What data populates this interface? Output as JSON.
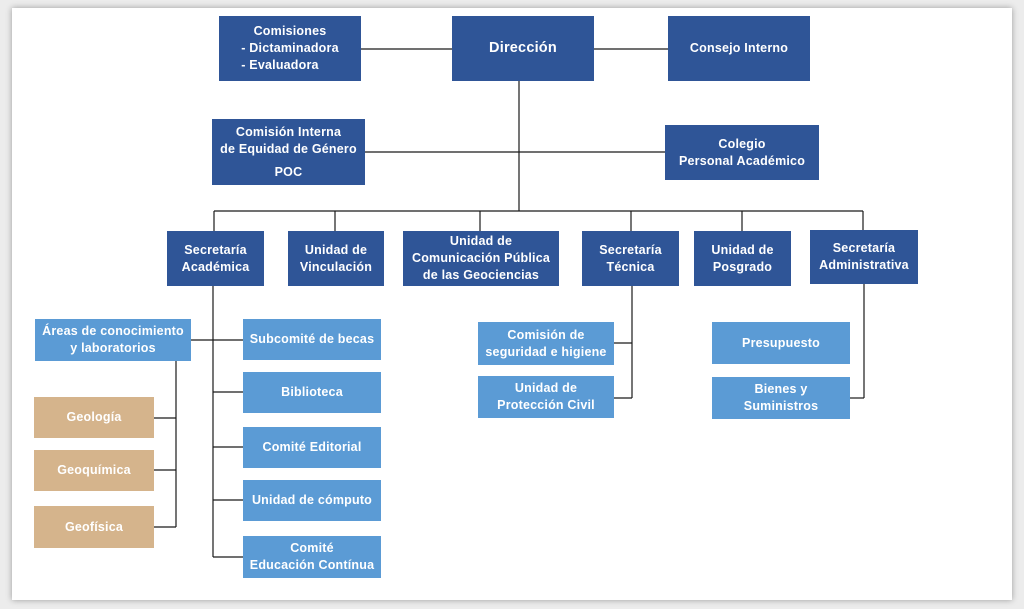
{
  "top": {
    "comisiones": {
      "line1": "Comisiones",
      "line2": "- Dictaminadora",
      "line3": "- Evaluadora"
    },
    "direccion": "Dirección",
    "consejo": "Consejo Interno"
  },
  "middle": {
    "comision_equidad": {
      "line1": "Comisión Interna",
      "line2": "de Equidad de Género",
      "line3": "POC"
    },
    "colegio": {
      "line1": "Colegio",
      "line2": "Personal Académico"
    }
  },
  "units": {
    "sec_academica": [
      "Secretaría",
      "Académica"
    ],
    "vinculacion": [
      "Unidad de",
      "Vinculación"
    ],
    "comunicacion": [
      "Unidad de",
      "Comunicación Pública",
      "de las Geociencias"
    ],
    "sec_tecnica": [
      "Secretaría",
      "Técnica"
    ],
    "posgrado": [
      "Unidad de",
      "Posgrado"
    ],
    "sec_admin": [
      "Secretaría",
      "Administrativa"
    ]
  },
  "academica_children": {
    "areas": [
      "Áreas de conocimiento",
      "y laboratorios"
    ],
    "areas_list": [
      "Geología",
      "Geoquímica",
      "Geofísica"
    ],
    "right_list": [
      "Subcomité de becas",
      "Biblioteca",
      "Comité Editorial",
      "Unidad de cómputo",
      "Comité|Educación Contínua"
    ]
  },
  "tecnica_children": {
    "seguridad": [
      "Comisión de",
      "seguridad e higiene"
    ],
    "proteccion": [
      "Unidad de",
      "Protección Civil"
    ]
  },
  "admin_children": {
    "presupuesto": "Presupuesto",
    "bienes": [
      "Bienes y",
      "Suministros"
    ]
  },
  "colors": {
    "dark_blue": "#2f5597",
    "light_blue": "#5b9bd5",
    "tan": "#d5b48c"
  }
}
